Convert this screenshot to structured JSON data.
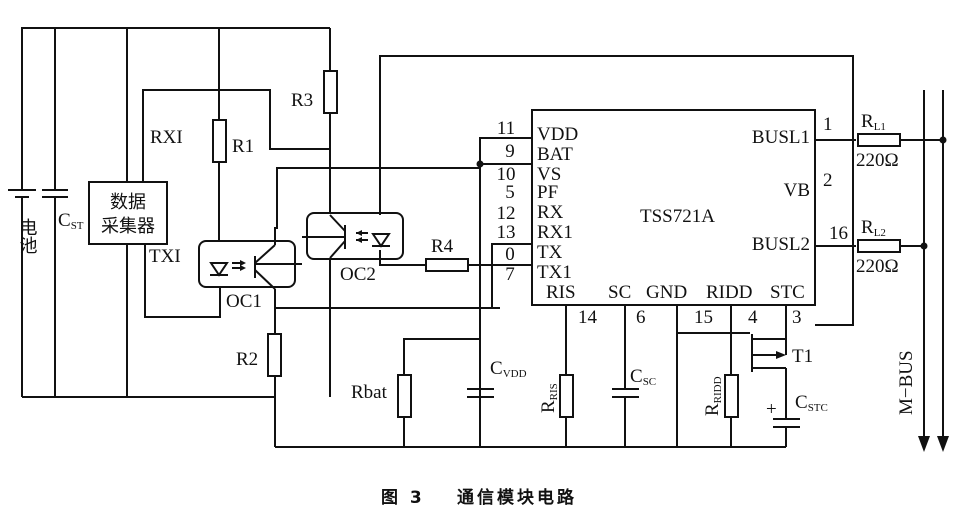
{
  "caption": {
    "figure": "图 3",
    "title": "通信模块电路"
  },
  "components": {
    "battery": "电池",
    "cst": {
      "main": "C",
      "sub": "ST"
    },
    "collector_line1": "数据",
    "collector_line2": "采集器",
    "rxi": "RXI",
    "txi": "TXI",
    "r1": "R1",
    "r2": "R2",
    "r3": "R3",
    "r4": "R4",
    "oc1": "OC1",
    "oc2": "OC2",
    "rbat": "Rbat",
    "cvdd": {
      "main": "C",
      "sub": "VDD"
    },
    "rris": {
      "main": "R",
      "sub": "RIS"
    },
    "csc": {
      "main": "C",
      "sub": "SC"
    },
    "ridd": {
      "main": "R",
      "sub": "RIDD"
    },
    "cstc": {
      "main": "C",
      "sub": "STC"
    },
    "t1": "T1",
    "rl1": {
      "main": "R",
      "sub": "L1",
      "value": "220Ω"
    },
    "rl2": {
      "main": "R",
      "sub": "L2",
      "value": "220Ω"
    },
    "mbus": "M−BUS",
    "plus": "+"
  },
  "chip": {
    "name": "TSS721A",
    "left_pins": [
      {
        "num": "11",
        "label": "VDD"
      },
      {
        "num": "9",
        "label": "BAT"
      },
      {
        "num": "10",
        "label": "VS"
      },
      {
        "num": "5",
        "label": "PF"
      },
      {
        "num": "12",
        "label": "RX"
      },
      {
        "num": "13",
        "label": "RX1"
      },
      {
        "num": "0",
        "label": "TX"
      },
      {
        "num": "7",
        "label": "TX1"
      }
    ],
    "bottom_pins": [
      {
        "num": "14",
        "label": "RIS"
      },
      {
        "num": "6",
        "label": "SC"
      },
      {
        "num": "15",
        "label": "GND"
      },
      {
        "num": "4",
        "label": "RIDD"
      },
      {
        "num": "3",
        "label": "STC"
      }
    ],
    "right_pins": [
      {
        "num": "1",
        "label": "BUSL1"
      },
      {
        "num": "2",
        "label": "VB"
      },
      {
        "num": "16",
        "label": "BUSL2"
      }
    ]
  }
}
